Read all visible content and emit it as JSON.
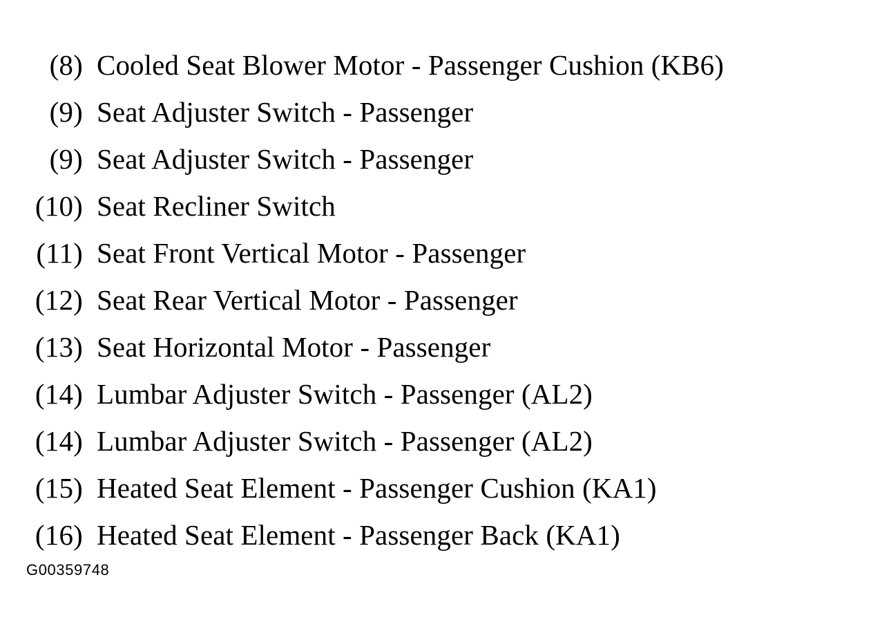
{
  "document": {
    "type": "component-locator-list",
    "background_color": "#ffffff",
    "text_color": "#000000"
  },
  "items": [
    {
      "number": "(8)",
      "label": "Cooled Seat Blower Motor - Passenger Cushion (KB6)"
    },
    {
      "number": "(9)",
      "label": "Seat Adjuster Switch - Passenger"
    },
    {
      "number": "(9)",
      "label": "Seat Adjuster Switch - Passenger"
    },
    {
      "number": "(10)",
      "label": "Seat Recliner Switch"
    },
    {
      "number": "(11)",
      "label": "Seat Front Vertical Motor - Passenger"
    },
    {
      "number": "(12)",
      "label": "Seat Rear Vertical Motor - Passenger"
    },
    {
      "number": "(13)",
      "label": "Seat Horizontal Motor - Passenger"
    },
    {
      "number": "(14)",
      "label": "Lumbar Adjuster Switch - Passenger (AL2)"
    },
    {
      "number": "(14)",
      "label": "Lumbar Adjuster Switch - Passenger (AL2)"
    },
    {
      "number": "(15)",
      "label": "Heated Seat Element - Passenger Cushion (KA1)"
    },
    {
      "number": "(16)",
      "label": "Heated Seat Element - Passenger Back (KA1)"
    }
  ],
  "figure_code": "G00359748"
}
